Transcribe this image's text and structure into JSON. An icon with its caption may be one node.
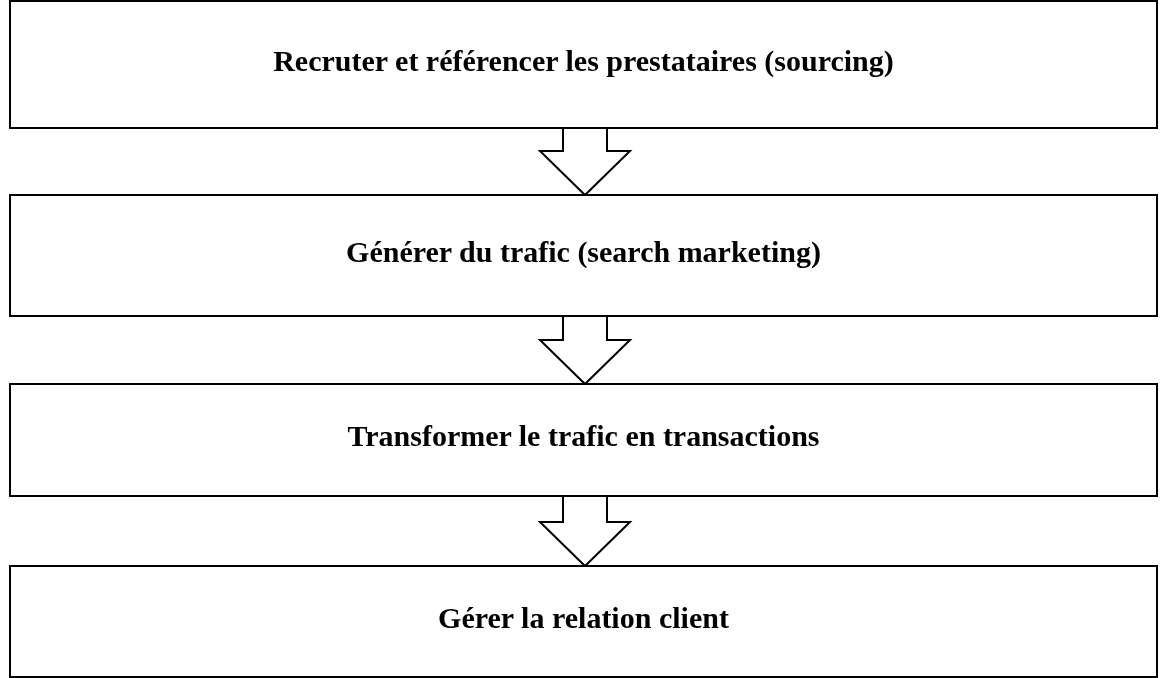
{
  "diagram": {
    "nodes": [
      {
        "text": [
          "Recruter et référencer les prestataires (sourcing)"
        ]
      },
      {
        "text": [
          "Générer du trafic (search marketing)"
        ]
      },
      {
        "text": [
          "Transformer le trafic en transactions"
        ]
      },
      {
        "text": [
          "Gérer la relation client"
        ]
      }
    ],
    "edges": [
      {
        "from": 0,
        "to": 1,
        "arrow": "to"
      },
      {
        "from": 1,
        "to": 2,
        "arrow": "to"
      },
      {
        "from": 2,
        "to": 3,
        "arrow": "to"
      }
    ]
  }
}
